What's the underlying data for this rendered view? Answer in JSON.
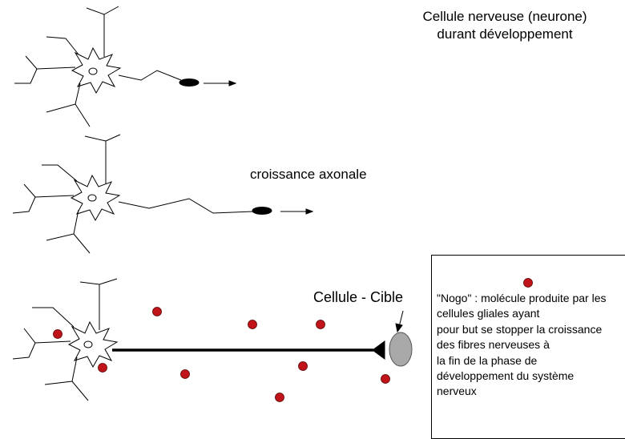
{
  "title_lines": [
    "Cellule nerveuse (neurone)",
    "durant développement"
  ],
  "label_growth": "croissance axonale",
  "label_target": "Cellule - Cible",
  "legend": {
    "text": "\"Nogo\" : molécule produite par les\ncellules gliales ayant\npour but se stopper la croissance\ndes fibres nerveuses à\nla fin de la phase de\ndéveloppement du système\nnerveux"
  },
  "colors": {
    "nogo_dot": "#c0141a",
    "target_cell": "#a9a9a9",
    "growth_cone": "#000000"
  }
}
